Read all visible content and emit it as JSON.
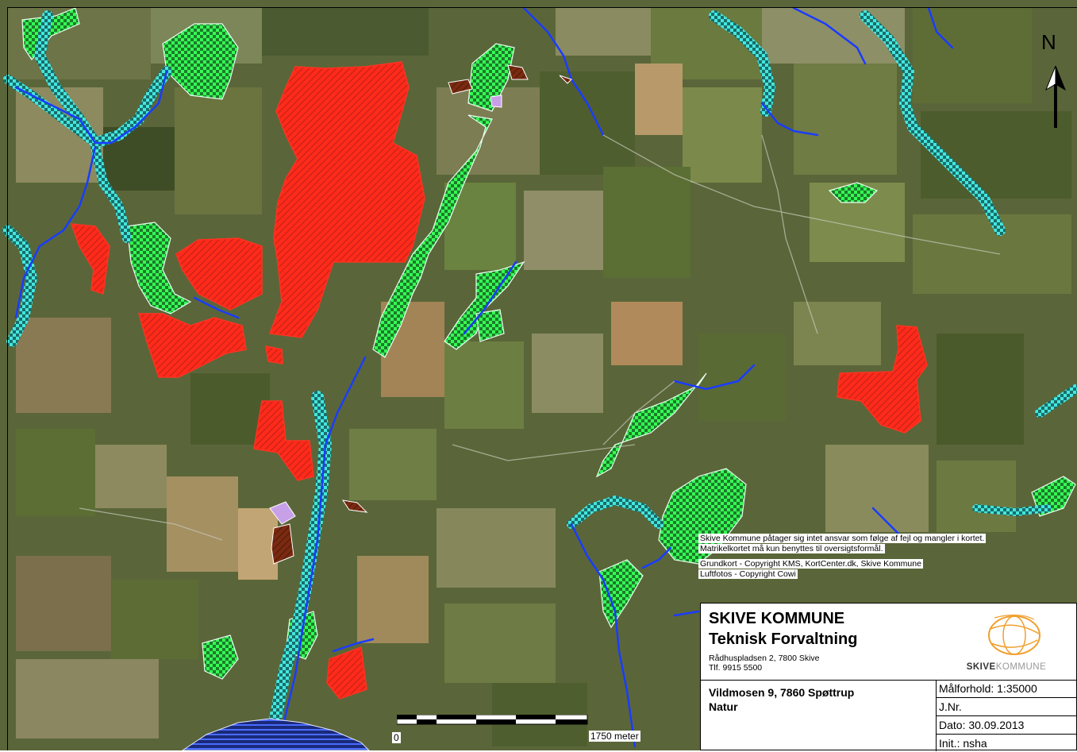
{
  "map": {
    "disclaimer_line1": "Skive Kommune påtager sig intet ansvar som følge af fejl og mangler i kortet.",
    "disclaimer_line2": "Matrikelkortet må kun benyttes til oversigtsformål.",
    "copyright_line1": "Grundkort - Copyright KMS, KortCenter.dk, Skive Kommune",
    "copyright_line2": "Luftfotos - Copyright Cowi",
    "north_label": "N",
    "scale_start": "0",
    "scale_end": "1750 meter"
  },
  "titlebox": {
    "organization": "SKIVE KOMMUNE",
    "department": "Teknisk Forvaltning",
    "address_line1": "Rådhuspladsen 2, 7800 Skive",
    "address_line2": "Tlf. 9915 5500",
    "logo_bold": "SKIVE",
    "logo_light": "KOMMUNE",
    "property_address": "Vildmosen 9, 7860 Spøttrup",
    "topic": "Natur",
    "scale": "Målforhold: 1:35000",
    "journal": "J.Nr.",
    "date": "Dato: 30.09.2013",
    "initials": "Init.: nsha"
  },
  "colors": {
    "field_green": "#5f6b3a",
    "protected_red": "#ff2a1a",
    "nature_green": "#33ff33",
    "stream_blue": "#1a3cff",
    "wet_cyan": "#33dddd",
    "logo_orange": "#f0a030"
  }
}
